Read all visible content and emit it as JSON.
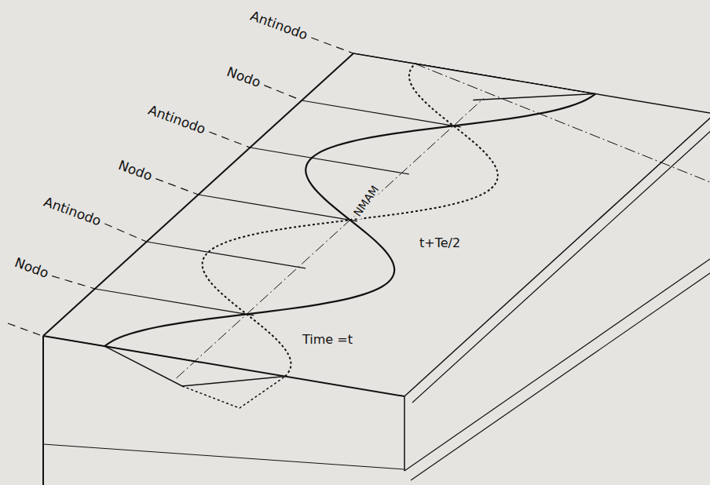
{
  "diagram": {
    "labels": [
      "Antinodo",
      "Nodo",
      "Antinodo",
      "Nodo",
      "Antinodo",
      "Nodo",
      "NMAM",
      "t+Te/2",
      "Time =t"
    ]
  }
}
